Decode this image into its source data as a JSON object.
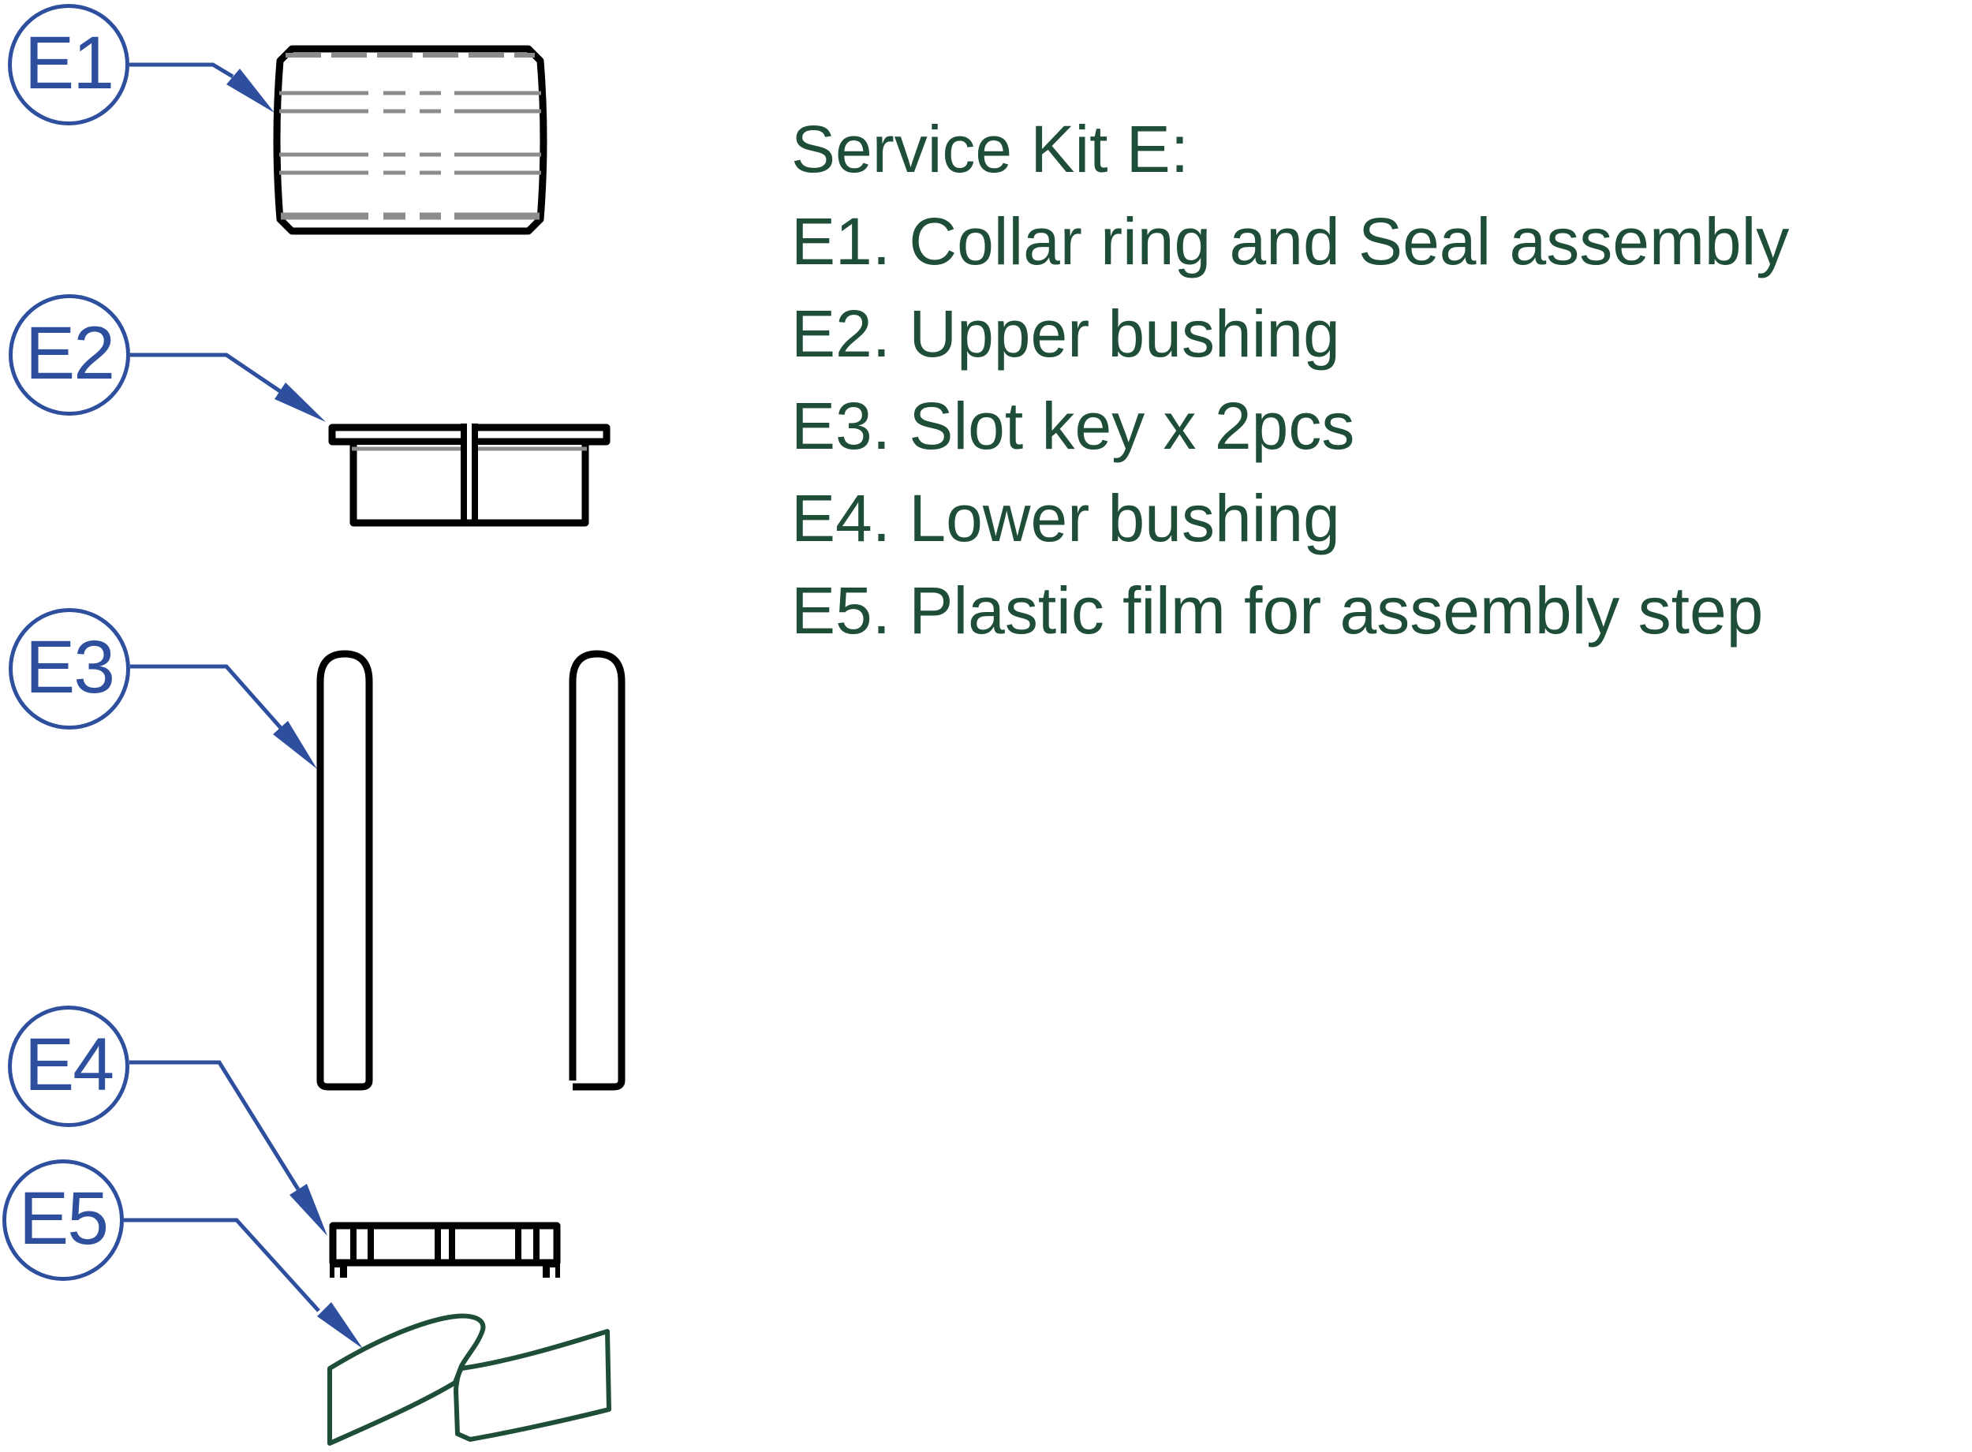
{
  "colors": {
    "callout_blue": "#2d4f9e",
    "text_green": "#1e4d38",
    "line_gray": "#8c8c8c",
    "drawing_black": "#000000"
  },
  "legend": {
    "title": "Service Kit E:",
    "items": [
      {
        "text": "E1. Collar ring and Seal assembly"
      },
      {
        "text": "E2. Upper bushing"
      },
      {
        "text": "E3. Slot key x 2pcs"
      },
      {
        "text": "E4. Lower bushing"
      },
      {
        "text": "E5. Plastic film for assembly step"
      }
    ]
  },
  "callouts": [
    {
      "label": "E1"
    },
    {
      "label": "E2"
    },
    {
      "label": "E3"
    },
    {
      "label": "E4"
    },
    {
      "label": "E5"
    }
  ]
}
